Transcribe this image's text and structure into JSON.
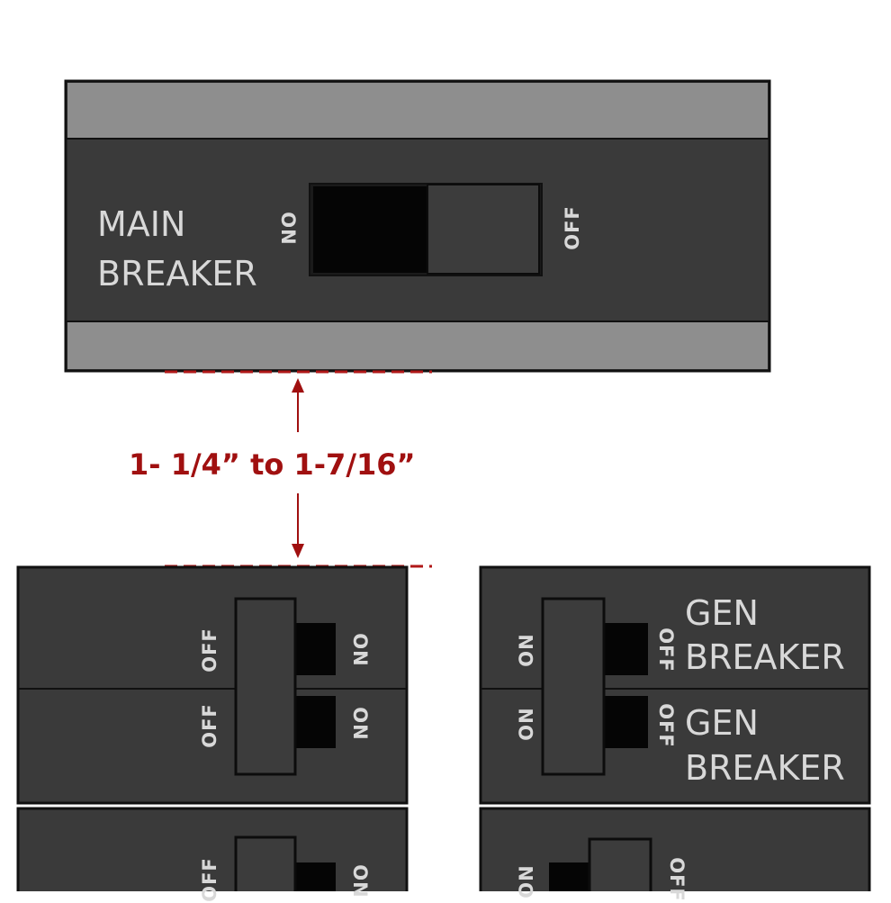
{
  "main_breaker": {
    "label_line1": "MAIN",
    "label_line2": "BREAKER",
    "on_label": "ON",
    "off_label": "OFF"
  },
  "measurement": {
    "text": "1- 1/4” to 1-7/16”",
    "color": "#a01010"
  },
  "left_breaker": {
    "off_top": "OFF",
    "on_top": "ON",
    "off_bottom": "OFF",
    "on_bottom": "ON",
    "off_partial": "OFF",
    "on_partial": "ON"
  },
  "gen_breaker": {
    "on_top": "ON",
    "off_top": "OFF",
    "label_top_line1": "GEN",
    "label_top_line2": "BREAKER",
    "on_bottom": "ON",
    "off_bottom": "OFF",
    "label_bottom_line1": "GEN",
    "label_bottom_line2": "BREAKER",
    "on_partial": "ON",
    "off_partial": "OFF"
  },
  "colors": {
    "panel": "#3a3a3a",
    "rail": "#8e8e8e",
    "toggle_black": "#050505",
    "label_text": "#d8d8d8"
  }
}
